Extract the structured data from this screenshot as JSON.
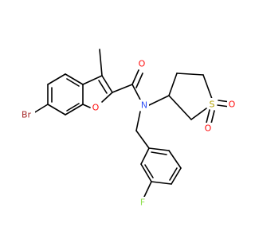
{
  "molecule": {
    "atoms": {
      "br": {
        "text": "Br",
        "color": "#a62929"
      },
      "o_furan": {
        "text": "O",
        "color": "#ff0d0d"
      },
      "o_carbonyl": {
        "text": "O",
        "color": "#ff0d0d"
      },
      "n_amide": {
        "text": "N",
        "color": "#3050f8"
      },
      "s_sulfone": {
        "text": "S",
        "color": "#b2a100"
      },
      "o_sulfone_1": {
        "text": "O",
        "color": "#ff0d0d"
      },
      "o_sulfone_2": {
        "text": "O",
        "color": "#ff0d0d"
      },
      "f": {
        "text": "F",
        "color": "#90e050"
      }
    }
  }
}
